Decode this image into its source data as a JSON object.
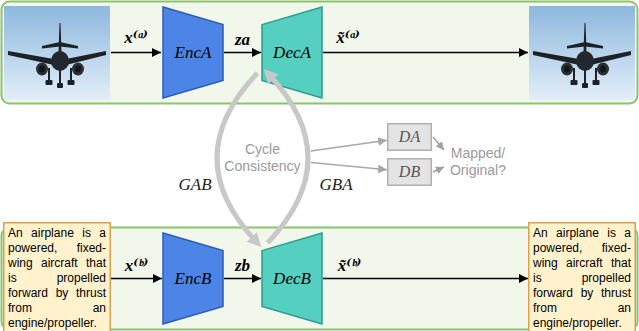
{
  "diagram": {
    "nodes": [
      {
        "text": [
          "EncA"
        ]
      },
      {
        "text": [
          "DecA"
        ]
      },
      {
        "text": [
          "Cycle Consistency"
        ]
      },
      {
        "text": [
          "DA"
        ]
      },
      {
        "text": [
          "DB"
        ]
      },
      {
        "text": [
          "An airplane is a powered, fixed-wing aircraft that is propelled forward by thrust from an engine/propeller."
        ]
      },
      {
        "text": [
          "EncB"
        ]
      },
      {
        "text": [
          "DecB"
        ]
      },
      {
        "text": [
          "An airplane is a powered, fixed-wing aircraft that is propelled forward by thrust from an engine/propeller."
        ]
      }
    ],
    "edges": [
      {
        "from": 0,
        "to": 1,
        "label": "za",
        "arrow": "to"
      },
      {
        "from": 2,
        "to": 3,
        "arrow": "to"
      },
      {
        "from": 2,
        "to": 4,
        "arrow": "to"
      },
      {
        "from": 5,
        "to": 6,
        "label": "x⁽ᵇ⁾",
        "arrow": "to"
      },
      {
        "from": 6,
        "to": 7,
        "label": "zb",
        "arrow": "to"
      },
      {
        "from": 7,
        "to": 8,
        "label": "x̃⁽ᵇ⁾",
        "arrow": "to"
      }
    ],
    "labels": [
      "x⁽ᵃ⁾",
      "x̃⁽ᵃ⁾",
      "GAB",
      "GBA",
      "Mapped/ Original?"
    ]
  }
}
